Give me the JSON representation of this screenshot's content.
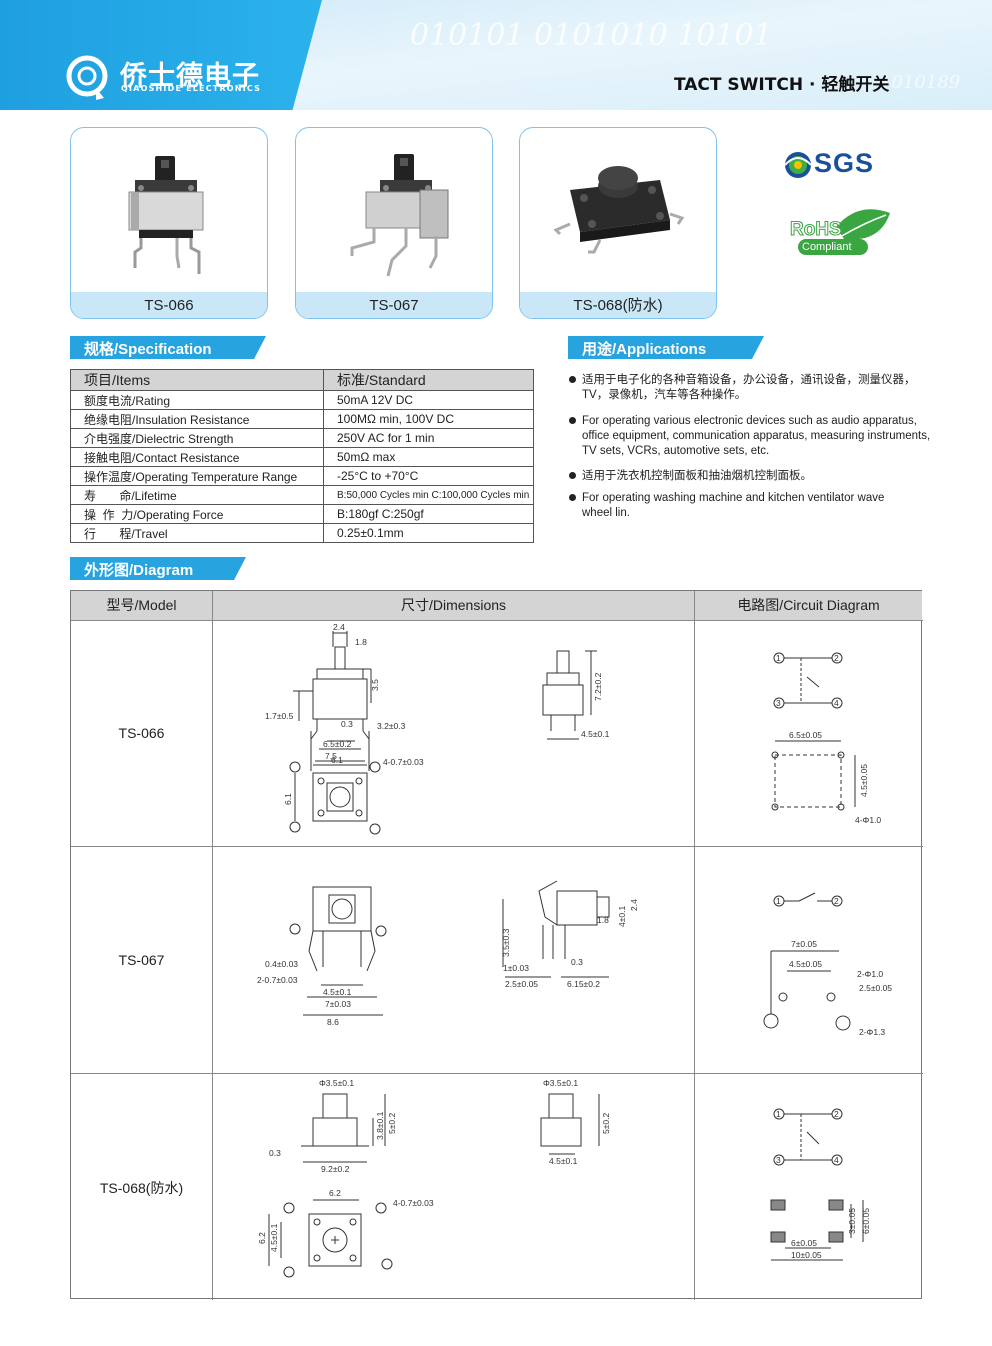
{
  "header": {
    "company_cn": "侨士德电子",
    "company_en": "QIAOSHIDE ELECTRONICS",
    "title": "TACT SWITCH · 轻触开关",
    "binary_text": "010101 0101010 10101",
    "binary_text2": "1010189"
  },
  "products": [
    {
      "label": "TS-066"
    },
    {
      "label": "TS-067"
    },
    {
      "label": "TS-068(防水)"
    }
  ],
  "certs": {
    "sgs": "SGS",
    "rohs": "RoHS",
    "compliant": "Compliant"
  },
  "spec": {
    "section_title": "规格/Specification",
    "col_items": "项目/Items",
    "col_standard": "标准/Standard",
    "rows": [
      {
        "item": "额度电流/Rating",
        "value": "50mA  12V DC"
      },
      {
        "item": "绝缘电阻/Insulation Resistance",
        "value": "100MΩ min, 100V DC"
      },
      {
        "item": "介电强度/Dielectric Strength",
        "value": "250V AC for 1 min"
      },
      {
        "item": "接触电阻/Contact Resistance",
        "value": "50mΩ max"
      },
      {
        "item": "操作温度/Operating Temperature Range",
        "value": "-25°C to +70°C"
      },
      {
        "item": "寿       命/Lifetime",
        "value": "B:50,000 Cycles min  C:100,000 Cycles min"
      },
      {
        "item": "操  作  力/Operating Force",
        "value": "B:180gf   C:250gf"
      },
      {
        "item": "行       程/Travel",
        "value": "0.25±0.1mm"
      }
    ]
  },
  "applications": {
    "section_title": "用途/Applications",
    "items": [
      "适用于电子化的各种音箱设备，办公设备，通讯设备，测量仪器，TV，录像机，汽车等各种操作。",
      "For operating various electronic devices such as audio apparatus, office equipment, communication apparatus, measuring instruments, TV sets, VCRs, automotive sets, etc.",
      "适用于洗衣机控制面板和抽油烟机控制面板。",
      "For operating washing machine and kitchen ventilator wave wheel lin."
    ]
  },
  "diagram": {
    "section_title": "外形图/Diagram",
    "col_model": "型号/Model",
    "col_dimensions": "尺寸/Dimensions",
    "col_circuit": "电路图/Circuit Diagram",
    "models": [
      "TS-066",
      "TS-067",
      "TS-068(防水)"
    ],
    "dims066": {
      "d1": "2.4",
      "d2": "1.8",
      "d3": "3.5",
      "d4": "1.7±0.5",
      "d5": "0.3",
      "d6": "3.2±0.3",
      "d7": "6.5±0.2",
      "d8": "7.5",
      "d9": "7.2±0.2",
      "d10": "4.5±0.1",
      "d11": "6.1",
      "d12": "4-0.7±0.03",
      "d13": "6.1"
    },
    "circ066": {
      "pitch_x": "6.5±0.05",
      "pitch_y": "4.5±0.05",
      "hole": "4-Φ1.0",
      "p1": "1",
      "p2": "2",
      "p3": "3",
      "p4": "4"
    },
    "dims067": {
      "d1": "0.4±0.03",
      "d2": "2-0.7±0.03",
      "d3": "4.5±0.1",
      "d4": "7±0.03",
      "d5": "8.6",
      "d6": "1.8",
      "d7": "4±0.1",
      "d8": "2.4",
      "d9": "3.5±0.3",
      "d10": "1±0.03",
      "d11": "0.3",
      "d12": "2.5±0.05",
      "d13": "6.15±0.2"
    },
    "circ067": {
      "w1": "7±0.05",
      "w2": "4.5±0.05",
      "h1": "2-Φ1.0",
      "w3": "2.5±0.05",
      "h2": "2-Φ1.3",
      "p1": "1",
      "p2": "2"
    },
    "dims068": {
      "d1": "Φ3.5±0.1",
      "d2": "3.8±0.1",
      "d3": "5±0.2",
      "d4": "0.3",
      "d5": "9.2±0.2",
      "d6": "Φ3.5±0.1",
      "d7": "5±0.2",
      "d8": "4.5±0.1",
      "d9": "6.2",
      "d10": "4-0.7±0.03",
      "d11": "6.2",
      "d12": "4.5±0.1"
    },
    "circ068": {
      "h1": "3±0.05",
      "h2": "6±0.05",
      "w1": "6±0.05",
      "w2": "10±0.05",
      "p1": "1",
      "p2": "2",
      "p3": "3",
      "p4": "4"
    }
  }
}
